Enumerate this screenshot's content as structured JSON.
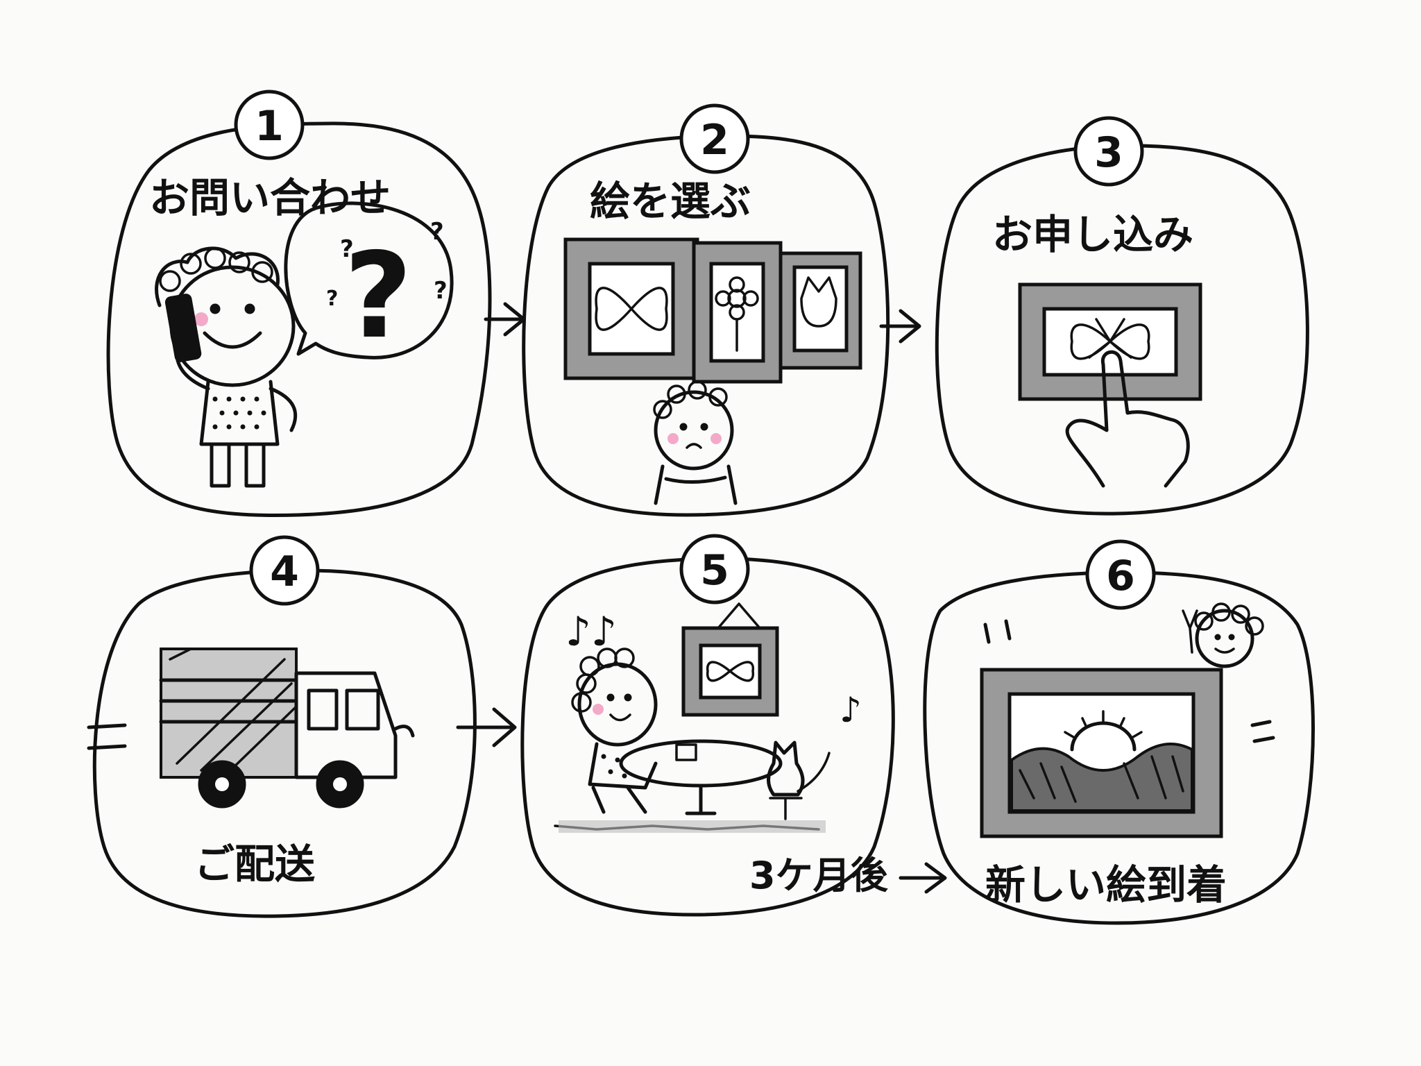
{
  "steps": [
    {
      "number": "1",
      "label": "お問い合わせ"
    },
    {
      "number": "2",
      "label": "絵を選ぶ"
    },
    {
      "number": "3",
      "label": "お申し込み"
    },
    {
      "number": "4",
      "label": "ご配送"
    },
    {
      "number": "5",
      "label": ""
    },
    {
      "number": "6",
      "label": "新しい絵到着"
    }
  ],
  "connector_5_6": "3ケ月後",
  "icons": {
    "step1": "person-phone-question-icon",
    "step2": "framed-pictures-icon",
    "step3": "tap-picture-icon",
    "step4": "delivery-truck-icon",
    "step5": "picture-on-wall-tea-icon",
    "step6": "new-landscape-picture-icon"
  },
  "colors": {
    "ink": "#111111",
    "paper": "#fbfbfa",
    "cheek": "#f3a9c8"
  }
}
